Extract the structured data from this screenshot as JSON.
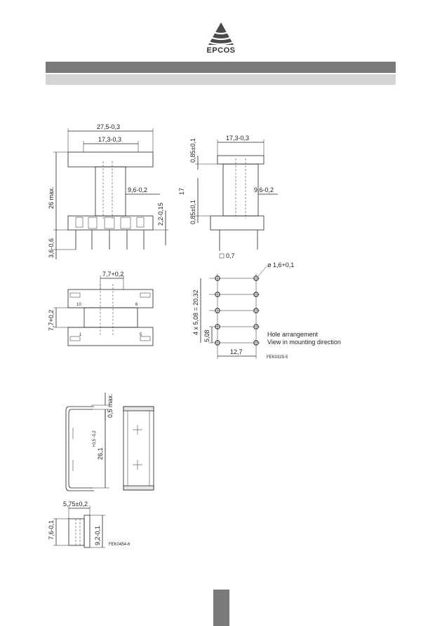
{
  "brand": {
    "name": "EPCOS"
  },
  "drawing_top_left": {
    "d_width": "27,5-0,3",
    "d_inner": "17,3-0,3",
    "d_height": "26 max.",
    "d_core": "9,6-0,2",
    "d_pin": "2,2-0,15",
    "d_base": "3,6-0,6"
  },
  "drawing_top_right": {
    "d_width": "17,3-0,3",
    "d_flange_top": "0,85±0,1",
    "d_height": "17",
    "d_flange_bottom": "0,85±0,1",
    "d_core": "9,6-0,2",
    "d_pin": "0,7"
  },
  "drawing_mid_left": {
    "d_width": "7,7+0,2",
    "d_height": "7,7+0,2",
    "pin_label_top_left": "10",
    "pin_label_top_right": "6",
    "pin_label_bottom_left": "1",
    "pin_label_bottom_right": "5"
  },
  "drawing_hole": {
    "d_hole": "ø 1,6+0,1",
    "d_pitch_total": "4 x 5,08 = 20,32",
    "d_pitch": "5,08",
    "d_spacing": "12,7",
    "caption_line1": "Hole arrangement",
    "caption_line2": "View in mounting direction",
    "ref": "FEK0329-5"
  },
  "drawing_clamp": {
    "d_gap": "0,5 max.",
    "d_length": "26,1",
    "d_length_tol": "+0,5 -0,2",
    "d_width": "5,75±0,2",
    "d_h_left": "7,6-0,1",
    "d_h_right": "9,2-0,1",
    "ref": "FEK0454-6"
  }
}
